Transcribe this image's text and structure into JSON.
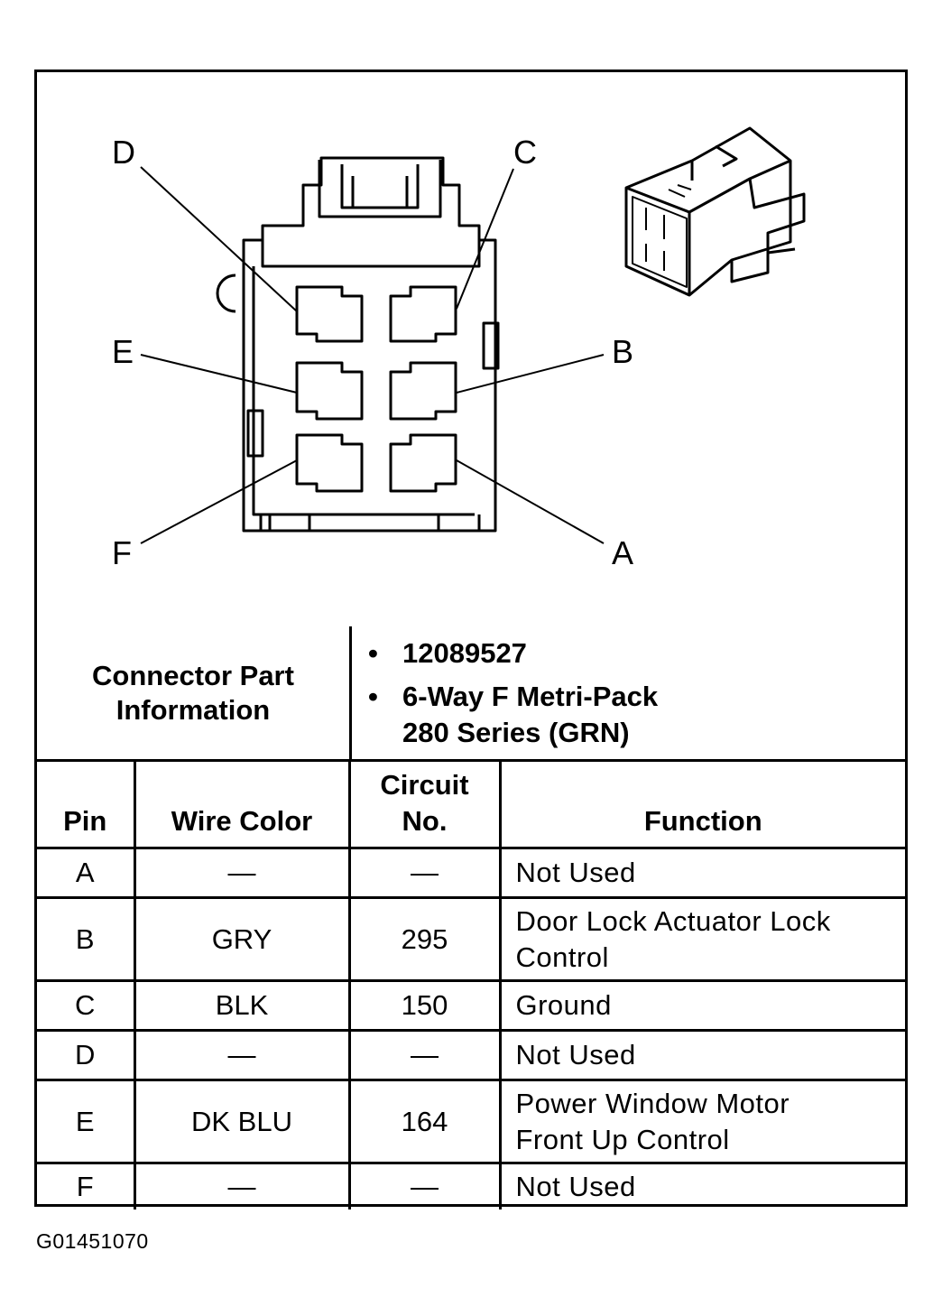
{
  "diagram": {
    "pin_labels": {
      "a": "A",
      "b": "B",
      "c": "C",
      "d": "D",
      "e": "E",
      "f": "F"
    }
  },
  "connector_info": {
    "label_line1": "Connector Part",
    "label_line2": "Information",
    "bullet": "•",
    "part_number": "12089527",
    "description_line1": "6-Way F Metri-Pack",
    "description_line2": "280 Series (GRN)"
  },
  "pin_table": {
    "headers": {
      "pin": "Pin",
      "wire_color": "Wire Color",
      "circuit_line1": "Circuit",
      "circuit_line2": "No.",
      "function": "Function"
    },
    "rows": [
      {
        "pin": "A",
        "wire_color": "—",
        "circuit": "—",
        "function_line1": "Not Used",
        "function_line2": ""
      },
      {
        "pin": "B",
        "wire_color": "GRY",
        "circuit": "295",
        "function_line1": "Door Lock Actuator Lock",
        "function_line2": "Control"
      },
      {
        "pin": "C",
        "wire_color": "BLK",
        "circuit": "150",
        "function_line1": "Ground",
        "function_line2": ""
      },
      {
        "pin": "D",
        "wire_color": "—",
        "circuit": "—",
        "function_line1": "Not Used",
        "function_line2": ""
      },
      {
        "pin": "E",
        "wire_color": "DK BLU",
        "circuit": "164",
        "function_line1": "Power Window Motor",
        "function_line2": "Front Up Control"
      },
      {
        "pin": "F",
        "wire_color": "—",
        "circuit": "—",
        "function_line1": "Not Used",
        "function_line2": ""
      }
    ]
  },
  "footer": {
    "code": "G01451070"
  }
}
